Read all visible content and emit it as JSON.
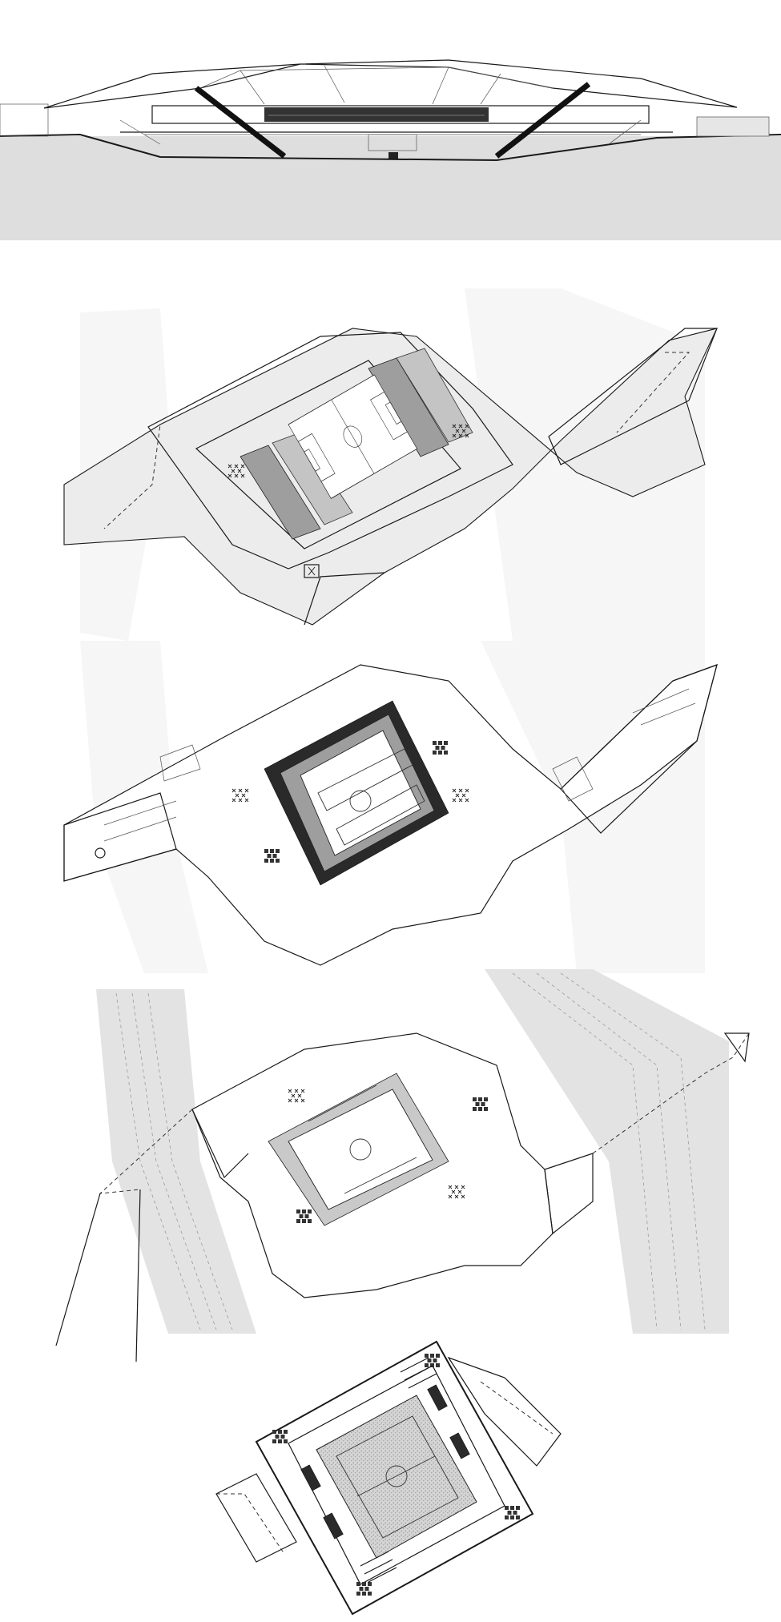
{
  "drawings": [
    {
      "id": "section",
      "kind": "elevation"
    },
    {
      "id": "roof-plan",
      "kind": "plan"
    },
    {
      "id": "concourse-plan",
      "kind": "plan"
    },
    {
      "id": "ground-plan",
      "kind": "plan"
    },
    {
      "id": "pitch-level-plan",
      "kind": "plan"
    }
  ],
  "colors": {
    "background": "#ffffff",
    "ground_fill": "#dedede",
    "roof_fill": "#ececec",
    "stand_fill": "#9e9e9e",
    "stand_dark": "#2a2a2a",
    "zone_fill": "#f6f6f6",
    "line": "#1a1a1a"
  }
}
